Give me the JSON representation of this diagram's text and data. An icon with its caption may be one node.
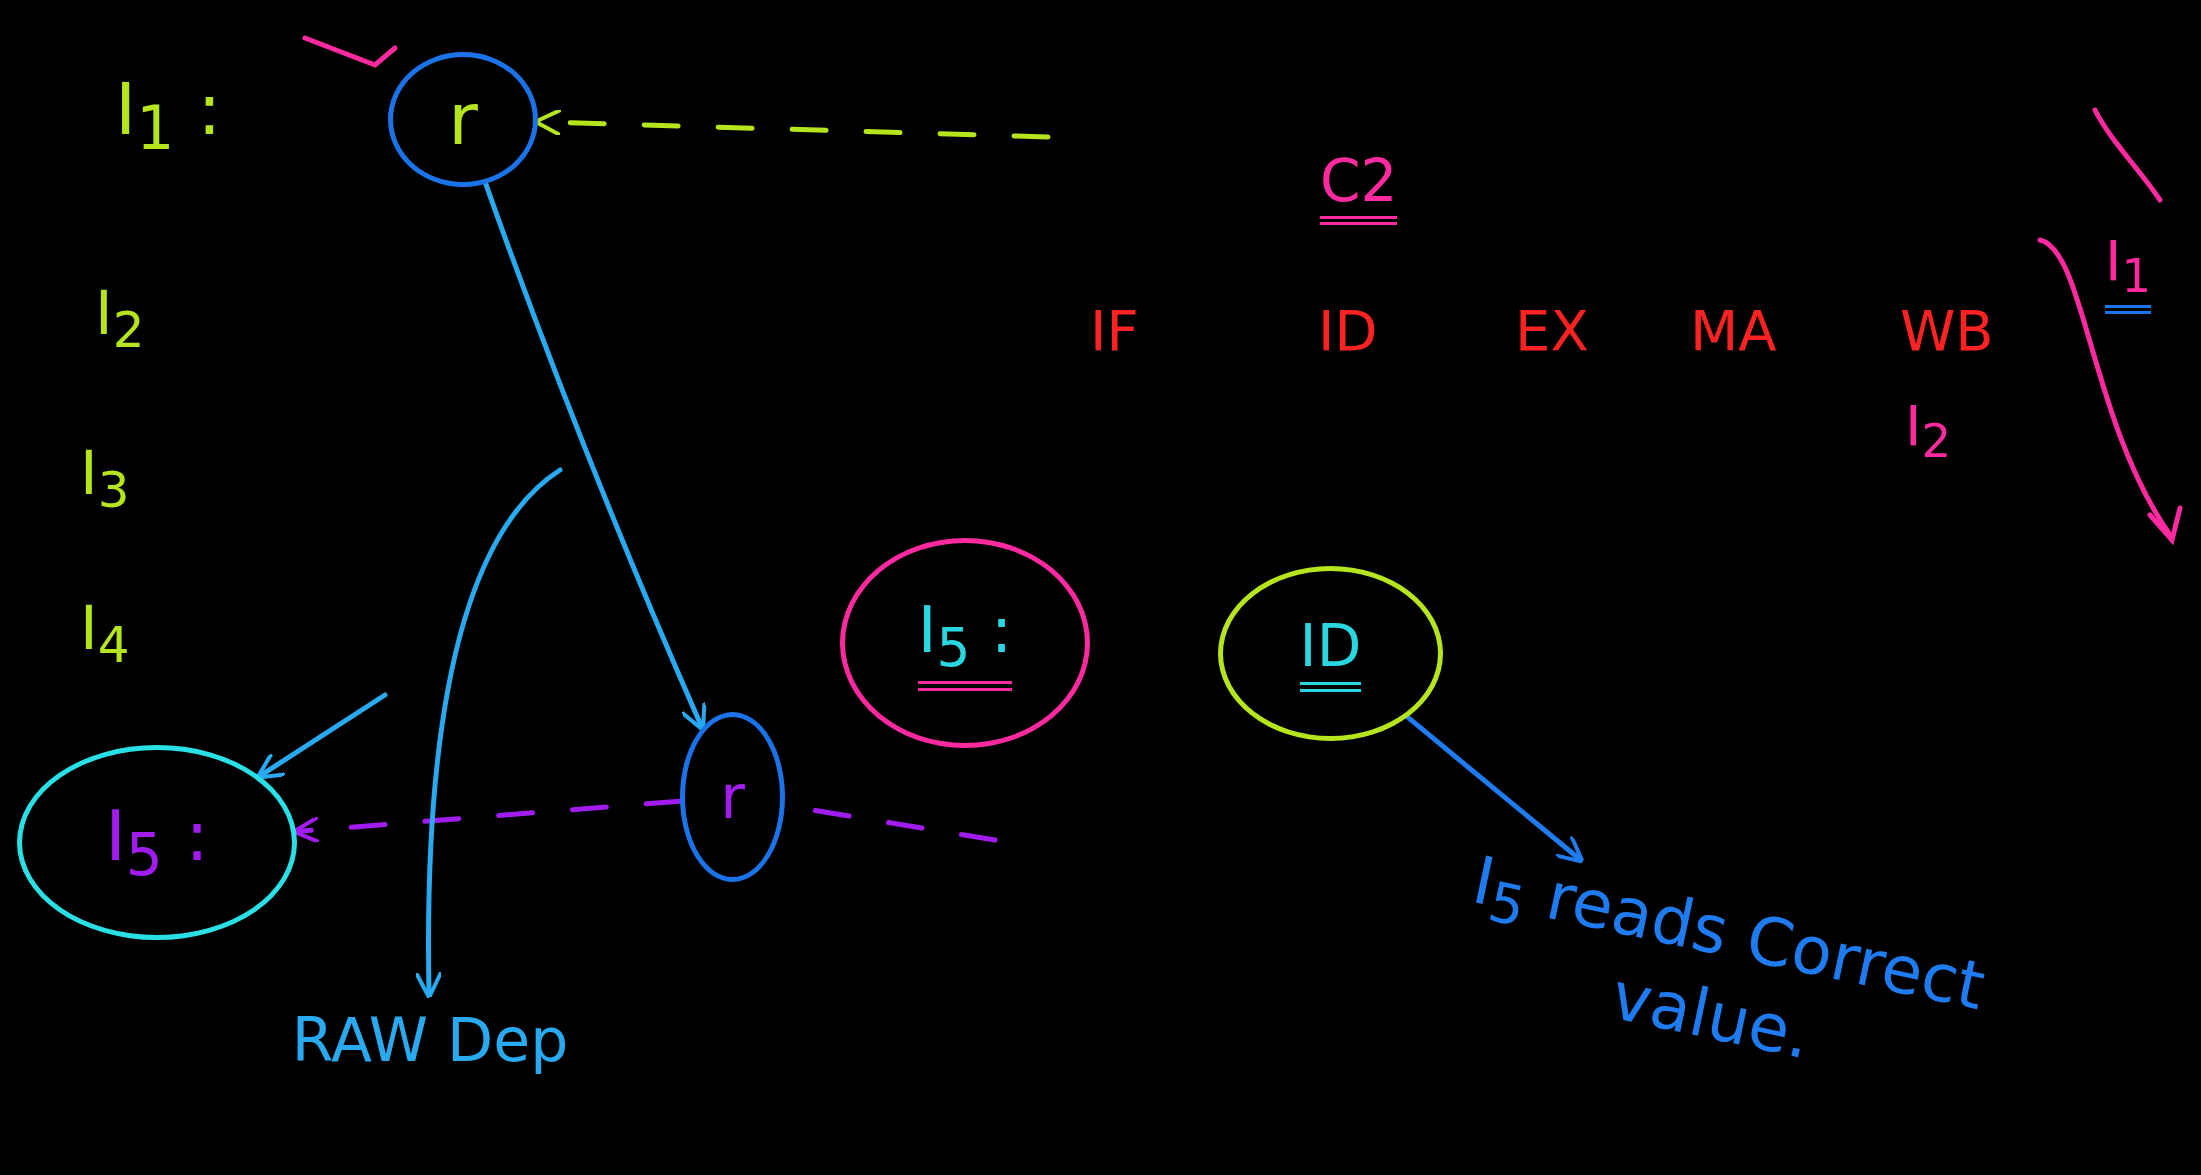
{
  "diagram": {
    "nodes": [
      {
        "text": [
          "r"
        ]
      },
      {
        "text": [
          "r"
        ]
      },
      {
        "text": [
          "I$_{5}$ :"
        ]
      },
      {
        "text": [
          "RAW Dep"
        ]
      },
      {
        "text": [
          "I$_{5}$ :"
        ]
      },
      {
        "text": [
          "ID"
        ]
      },
      {
        "text": [
          "I$_{5}$ reads Correct value."
        ]
      }
    ],
    "edges": [
      {
        "from": null,
        "to": 0,
        "arrow": "to",
        "style": "dashed",
        "color": "#b5e61d"
      },
      {
        "from": 0,
        "to": 1,
        "arrow": "to"
      },
      {
        "from": 1,
        "to": 2,
        "arrow": "to",
        "style": "dashed",
        "color": "#a21cf0"
      },
      {
        "from": null,
        "to": 1,
        "arrow": "none",
        "style": "dashed",
        "color": "#a21cf0"
      },
      {
        "from": null,
        "to": 3,
        "arrow": "to"
      },
      {
        "from": null,
        "to": 2,
        "arrow": "to"
      },
      {
        "from": 5,
        "to": 6,
        "arrow": "to",
        "color": "#1f7cf0"
      }
    ],
    "labels": [
      "I$_{1}$ :",
      "I$_{2}$",
      "I$_{3}$",
      "I$_{4}$",
      "C2",
      "IF",
      "ID",
      "EX",
      "MA",
      "WB",
      "I$_{1}$",
      "I$_{2}$"
    ]
  }
}
